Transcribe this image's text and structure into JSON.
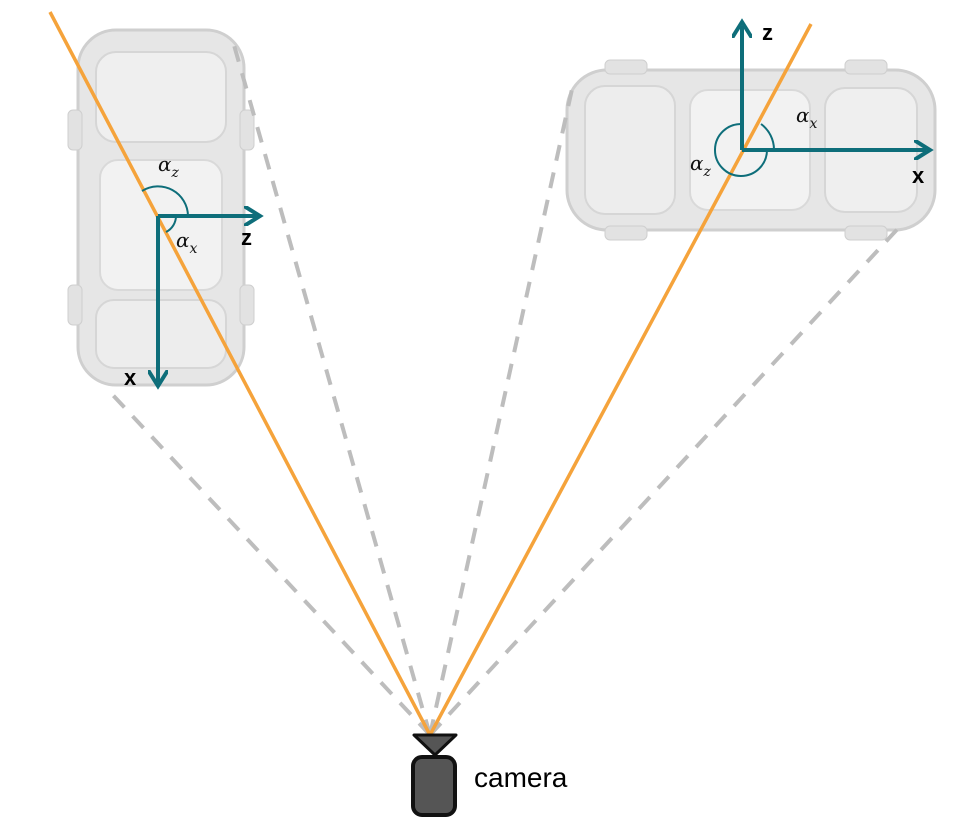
{
  "colors": {
    "ray": "#F5A33B",
    "boundary": "#BDBDBD",
    "axis": "#0E6E7A",
    "car_body": "#E4E4E4",
    "car_stroke": "#C9C9C9",
    "camera": "#555555"
  },
  "left_car": {
    "axis_labels": {
      "z": "z",
      "x": "x"
    },
    "angle_labels": {
      "alpha_z_base": "α",
      "alpha_z_sub": "z",
      "alpha_x_base": "α",
      "alpha_x_sub": "x"
    }
  },
  "right_car": {
    "axis_labels": {
      "z": "z",
      "x": "x"
    },
    "angle_labels": {
      "alpha_x_base": "α",
      "alpha_x_sub": "x",
      "alpha_z_base": "α",
      "alpha_z_sub": "z"
    }
  },
  "camera": {
    "label": "camera"
  }
}
